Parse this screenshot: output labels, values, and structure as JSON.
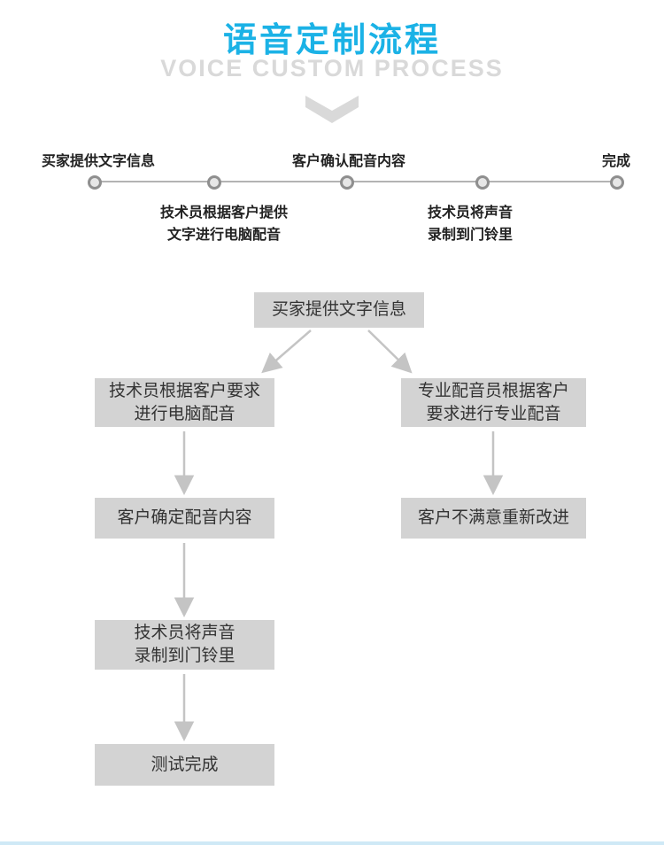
{
  "header": {
    "title": "语音定制流程",
    "subtitle": "VOICE CUSTOM PROCESS"
  },
  "timeline": {
    "stages_above": [
      {
        "label": "买家提供文字信息"
      },
      {
        "label": "客户确认配音内容"
      },
      {
        "label": "完成"
      }
    ],
    "stages_below": [
      {
        "label": "技术员根据客户提供\n文字进行电脑配音"
      },
      {
        "label": "技术员将声音\n录制到门铃里"
      }
    ],
    "node_count": 5
  },
  "flowchart": {
    "root": {
      "label": "买家提供文字信息"
    },
    "left_branch": [
      {
        "label": "技术员根据客户要求\n进行电脑配音"
      },
      {
        "label": "客户确定配音内容"
      },
      {
        "label": "技术员将声音\n录制到门铃里"
      },
      {
        "label": "测试完成"
      }
    ],
    "right_branch": [
      {
        "label": "专业配音员根据客户\n要求进行专业配音"
      },
      {
        "label": "客户不满意重新改进"
      }
    ]
  },
  "colors": {
    "accent_title": "#1bb2e6",
    "subtitle_gray": "#d9d9d9",
    "box_gray": "#d3d3d3",
    "arrow_gray": "#c4c4c4",
    "timeline_line": "#b3b3b3",
    "node_ring": "#8f8f8f",
    "bottom_divider_blue": "#cfe9f6"
  }
}
